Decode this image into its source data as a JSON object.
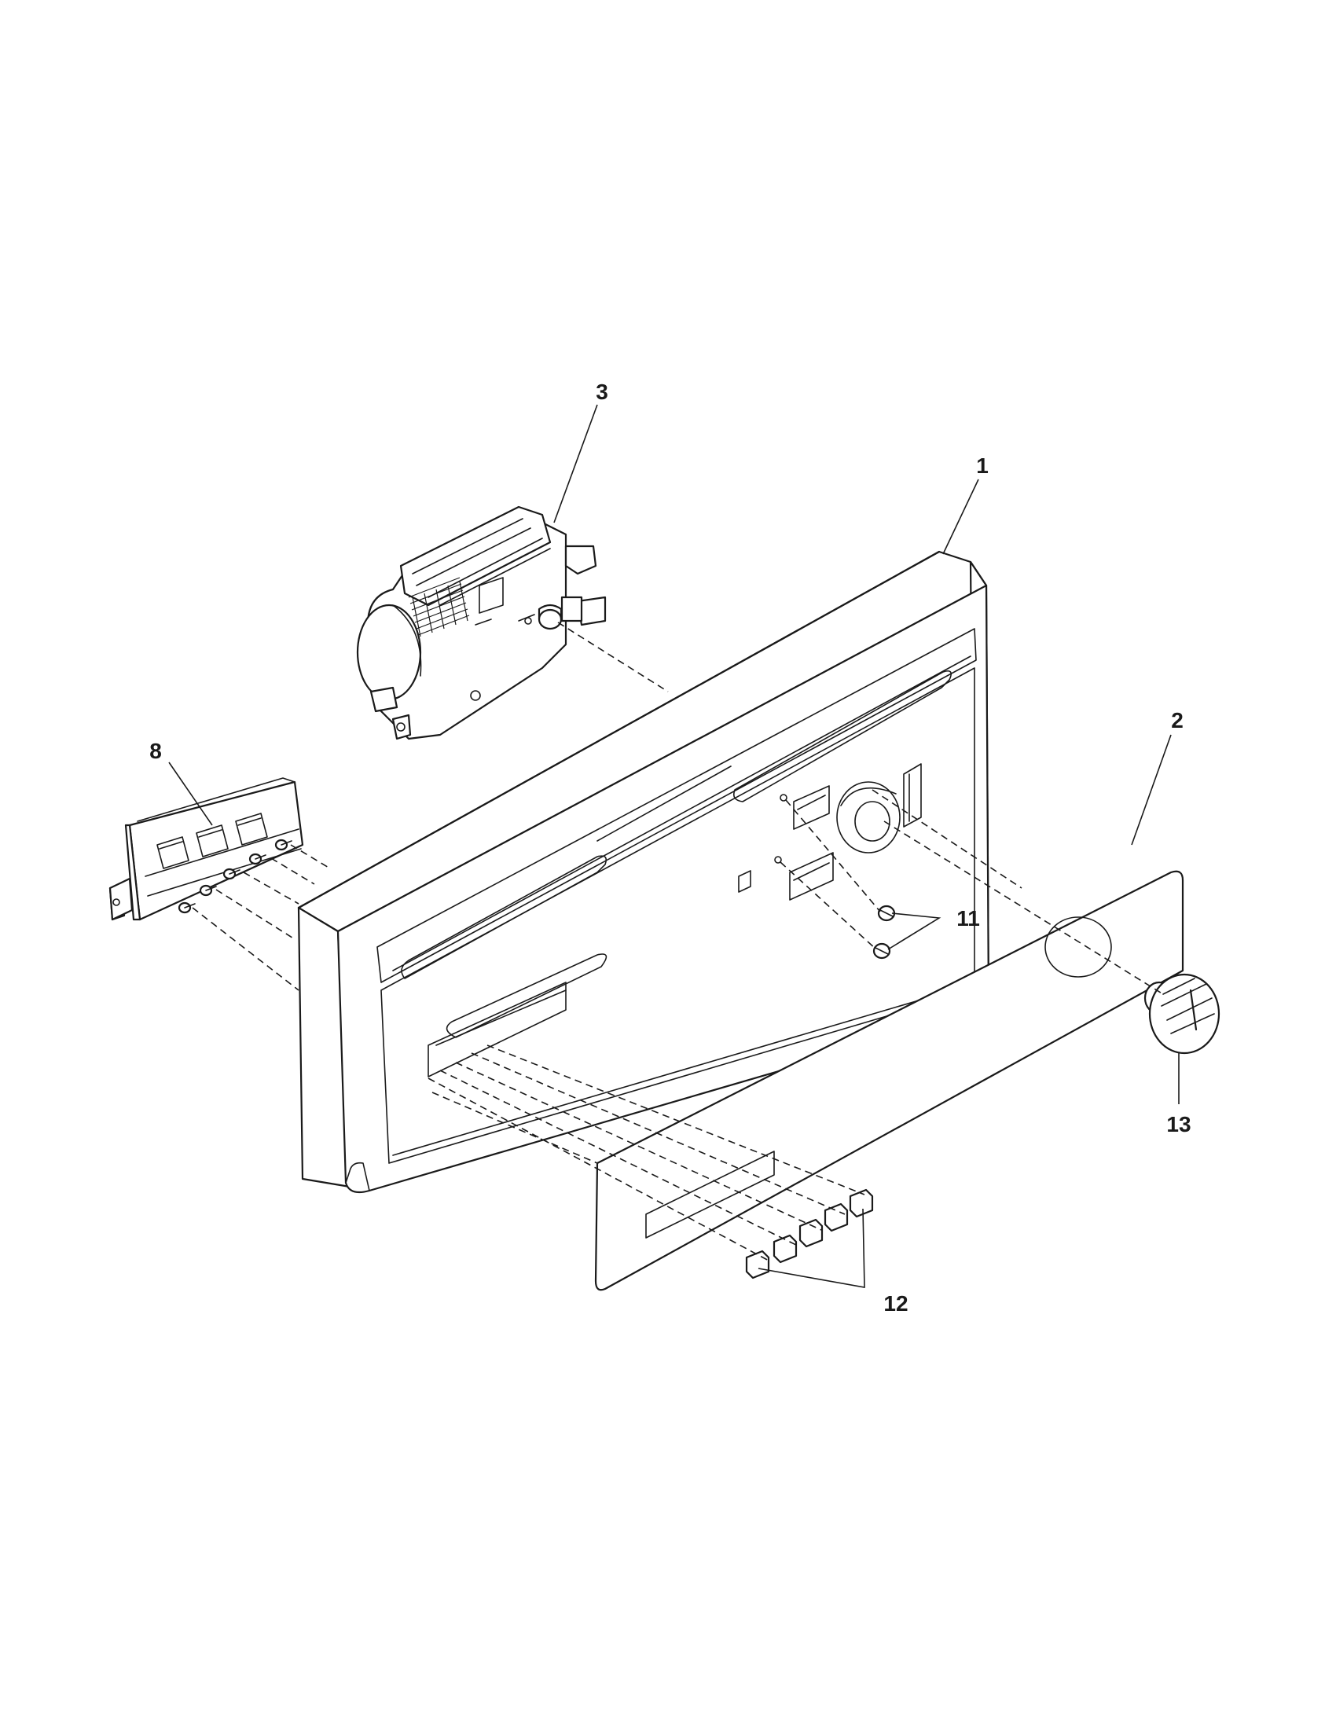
{
  "diagram": {
    "callouts": [
      {
        "id": "callout-1",
        "label": "1"
      },
      {
        "id": "callout-2",
        "label": "2"
      },
      {
        "id": "callout-3",
        "label": "3"
      },
      {
        "id": "callout-8",
        "label": "8"
      },
      {
        "id": "callout-11",
        "label": "11"
      },
      {
        "id": "callout-12",
        "label": "12"
      },
      {
        "id": "callout-13",
        "label": "13"
      }
    ]
  }
}
